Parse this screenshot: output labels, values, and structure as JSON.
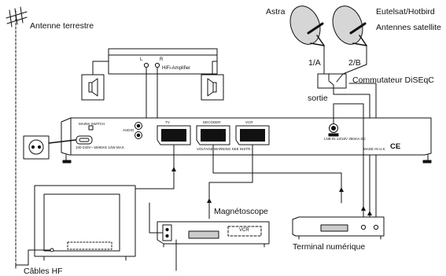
{
  "labels": {
    "antenna_terrestrial": "Antenne terrestre",
    "astra": "Astra",
    "eutelsat": "Eutelsat/Hotbird",
    "satellite_antennas": "Antennes satellite",
    "port_a": "1/A",
    "port_b": "2/B",
    "diseqc_switch": "Commutateur DiSEqC",
    "sortie": "sortie",
    "hifi": "HiFi-Amplifier",
    "hifi_l": "L",
    "hifi_r": "R",
    "vcr_device": "Magnétoscope",
    "terminal": "Terminal numérique",
    "rf_cables": "Câbles HF",
    "vcr_text": "VCR"
  },
  "receiver_labels": {
    "mains_switch": "MAINS SWITCH",
    "mains_rating": "100-240V~ 50/60Hz 12W MAX.",
    "audio": "AUDIO",
    "tv": "TV",
    "decoder": "DECODER",
    "vcr": "VCR",
    "lnb": "LNB IN 13/18V 350mA DC",
    "made_in": "MADE IN U.K.",
    "ce": "CE",
    "scart_note": "VOLTAGE WARNING SEE INSTR."
  },
  "colors": {
    "ink": "#111111",
    "device_fill": "#ffffff",
    "dish_fill": "#d6d6d6"
  }
}
